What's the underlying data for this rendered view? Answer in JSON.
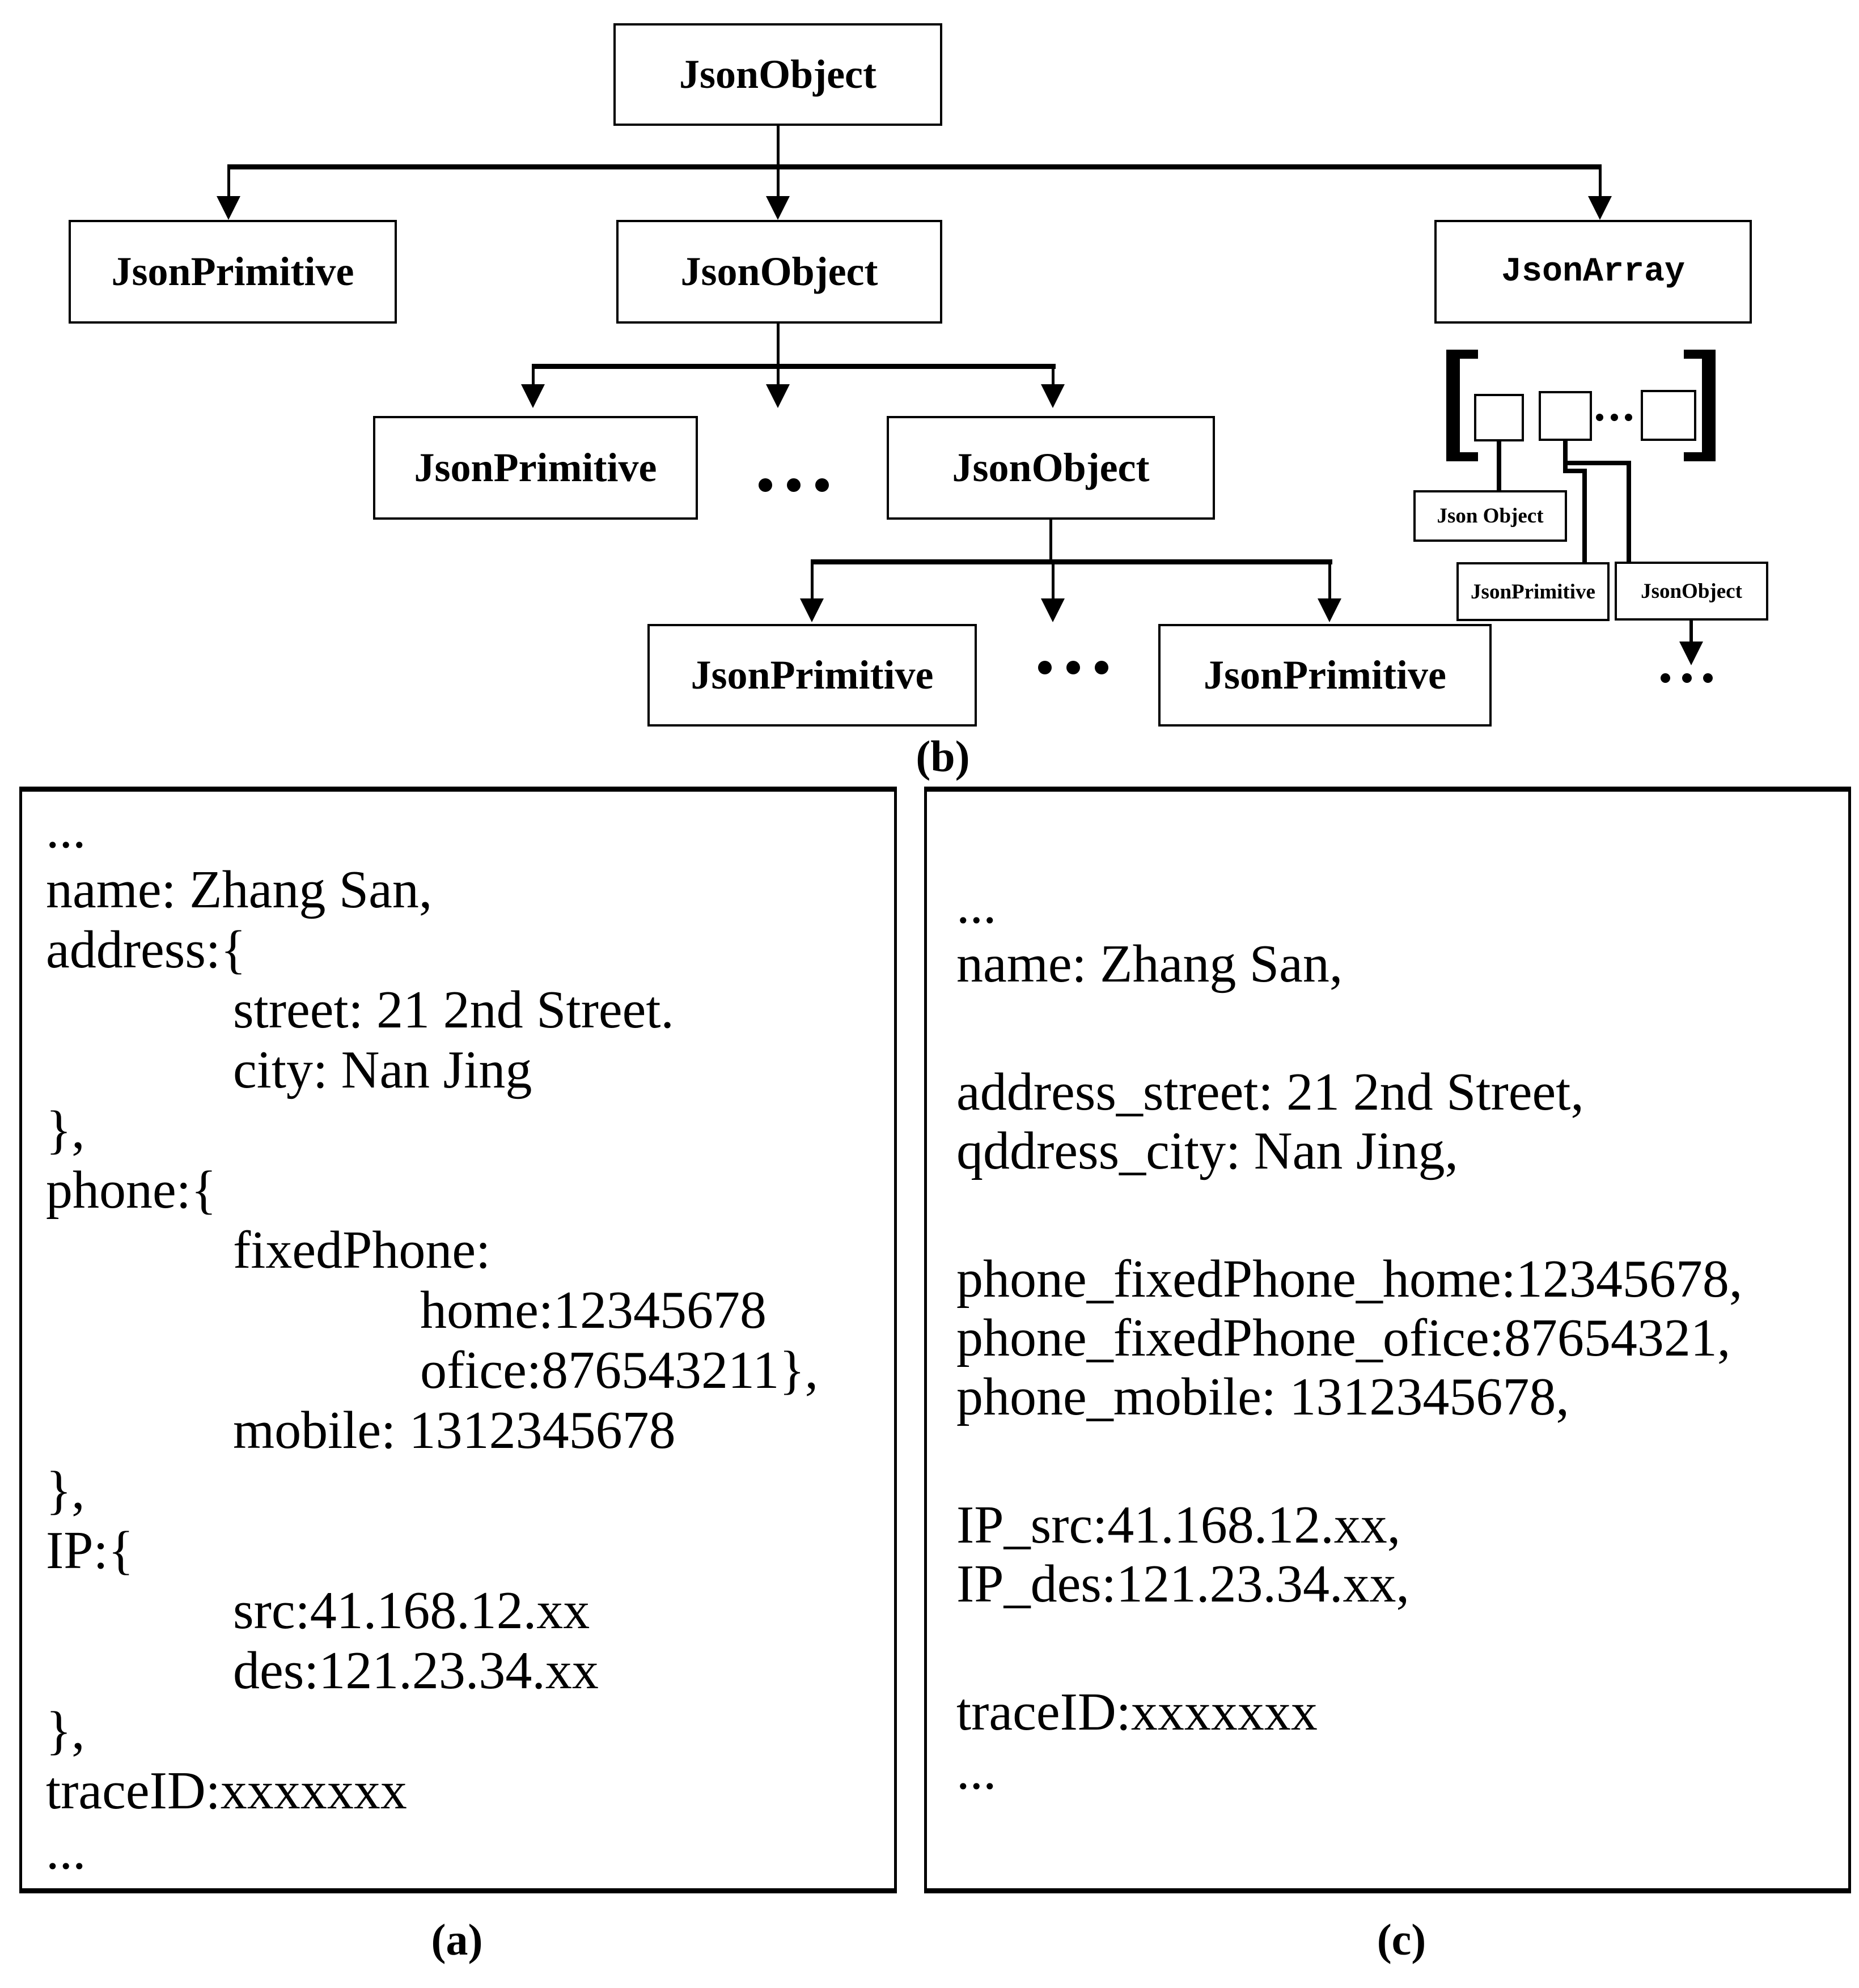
{
  "tree": {
    "root": "JsonObject",
    "l2_primitive": "JsonPrimitive",
    "l2_object": "JsonObject",
    "l2_array": "JsonArray",
    "l3_primitive": "JsonPrimitive",
    "l3_object": "JsonObject",
    "l4_primitive_a": "JsonPrimitive",
    "l4_primitive_b": "JsonPrimitive",
    "array_child_object": "Json Object",
    "array_child_primitive": "JsonPrimitive",
    "array_child_object2": "JsonObject"
  },
  "labels": {
    "a": "(a)",
    "b": "(b)",
    "c": "(c)"
  },
  "panel_a": {
    "lines": [
      "...",
      "name: Zhang San,",
      "address:{",
      "street: 21 2nd Street.",
      "city: Nan Jing",
      "},",
      "phone:{",
      "fixedPhone:",
      "home:12345678",
      "ofice:876543211},",
      "mobile: 1312345678",
      "},",
      "IP:{",
      "src:41.168.12.xx",
      "des:121.23.34.xx",
      "},",
      "traceID:xxxxxxx",
      "..."
    ]
  },
  "panel_c": {
    "lines": [
      "...",
      "name: Zhang San,",
      "",
      "address_street: 21 2nd Street,",
      "qddress_city: Nan Jing,",
      "",
      "phone_fixedPhone_home:12345678,",
      "phone_fixedPhone_ofice:87654321,",
      "phone_mobile: 1312345678,",
      "",
      "IP_src:41.168.12.xx,",
      "IP_des:121.23.34.xx,",
      "",
      "traceID:xxxxxxx",
      "..."
    ]
  }
}
